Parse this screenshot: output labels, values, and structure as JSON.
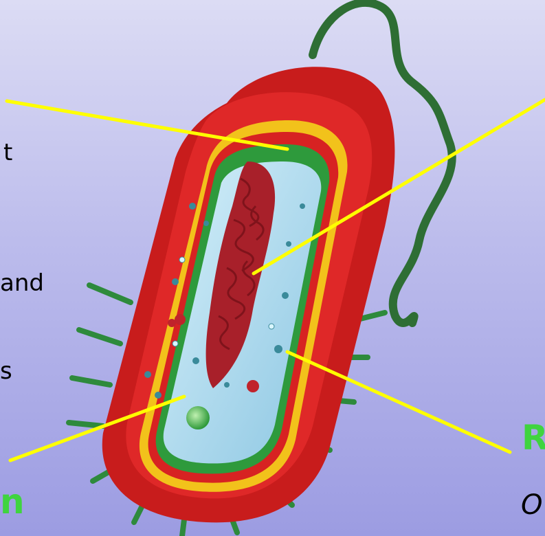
{
  "left_text": {
    "line1": "t",
    "line2": "and",
    "line3": "s"
  },
  "left_green_label": "n",
  "right_green_label": "R",
  "right_text": "O",
  "colors": {
    "background_top": "#dcdcf4",
    "background_bottom": "#9c9ce2",
    "leader_line": "#ffff00",
    "label_green": "#3fd43f",
    "outer_wall": "#cc1e1e",
    "capsule_yellow": "#f2c21b",
    "cell_wall_green": "#2e9a3c",
    "cytoplasm": "#a8d8ee",
    "dna": "#a8202a",
    "flagellum": "#2e6e34"
  },
  "icons": [
    "bacterium-cell-illustration",
    "flagellum",
    "pili"
  ]
}
